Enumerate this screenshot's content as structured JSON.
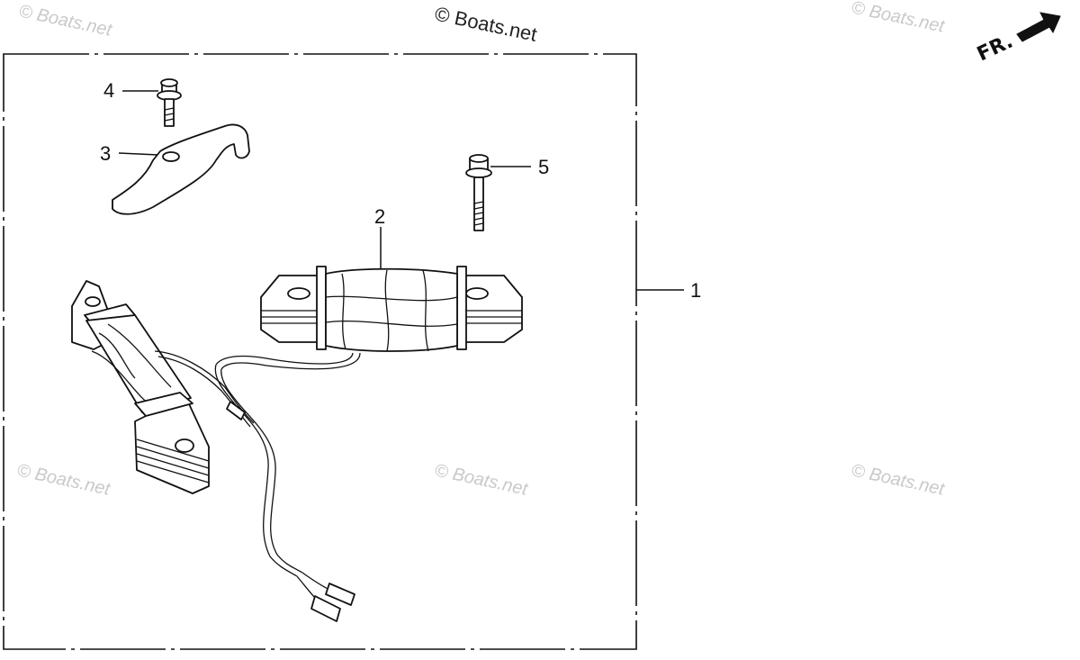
{
  "watermarks": {
    "top_center": "© Boats.net",
    "tile": "© Boats.net"
  },
  "orientation": {
    "label": "FR.",
    "icon": "arrow-front-icon"
  },
  "callouts": {
    "c1": "1",
    "c2": "2",
    "c3": "3",
    "c4": "4",
    "c5": "5"
  },
  "colors": {
    "line": "#111111",
    "watermark": "#c9c9c9",
    "background": "#ffffff"
  }
}
